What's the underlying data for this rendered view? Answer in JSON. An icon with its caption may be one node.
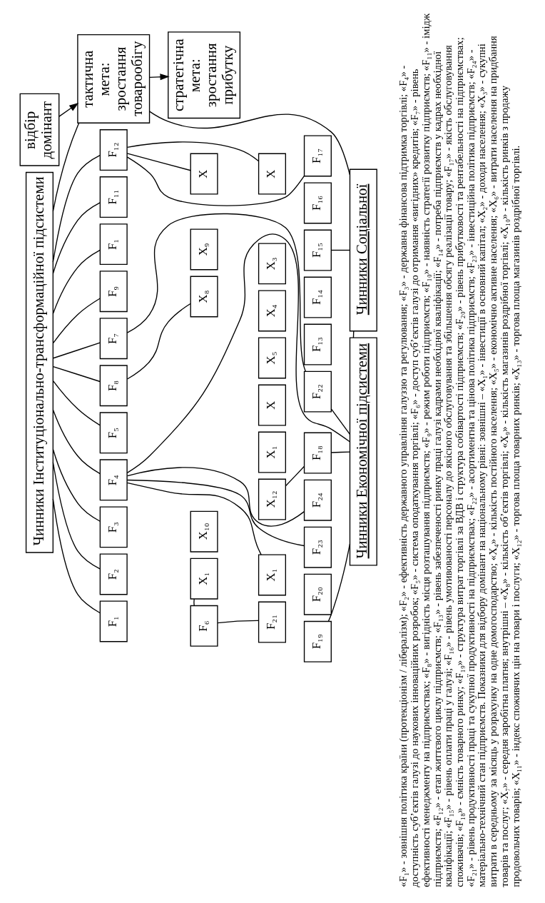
{
  "diagram": {
    "nodes": [
      {
        "text": [
          "Чинники Інституціонально-трансформаційної підсистеми"
        ]
      },
      {
        "text": [
          "F₁"
        ]
      },
      {
        "text": [
          "F₂"
        ]
      },
      {
        "text": [
          "F₃"
        ]
      },
      {
        "text": [
          "F₄"
        ]
      },
      {
        "text": [
          "F₅"
        ]
      },
      {
        "text": [
          "F₈"
        ]
      },
      {
        "text": [
          "F₇"
        ]
      },
      {
        "text": [
          "F₉"
        ]
      },
      {
        "text": [
          "F₁"
        ]
      },
      {
        "text": [
          "F₁₁"
        ]
      },
      {
        "text": [
          "F₁₂"
        ]
      },
      {
        "text": [
          "відбір домінант"
        ]
      },
      {
        "text": [
          "тактична мета: зростання товарообігу"
        ]
      },
      {
        "text": [
          "стратегічна мета: зростання прибутку"
        ]
      },
      {
        "text": [
          "F₆"
        ]
      },
      {
        "text": [
          "X₁"
        ]
      },
      {
        "text": [
          "X₁₀"
        ]
      },
      {
        "text": [
          "X₈"
        ]
      },
      {
        "text": [
          "X₉"
        ]
      },
      {
        "text": [
          "X₁₂"
        ]
      },
      {
        "text": [
          "X₁"
        ]
      },
      {
        "text": [
          "X"
        ]
      },
      {
        "text": [
          "X"
        ]
      },
      {
        "text": [
          "X₅"
        ]
      },
      {
        "text": [
          "X₄"
        ]
      },
      {
        "text": [
          "X₃"
        ]
      },
      {
        "text": [
          "X"
        ]
      },
      {
        "text": [
          "X₁"
        ]
      },
      {
        "text": [
          "F₂₁"
        ]
      },
      {
        "text": [
          "F₂₄"
        ]
      },
      {
        "text": [
          "F₁₈"
        ]
      },
      {
        "text": [
          "F₂₂"
        ]
      },
      {
        "text": [
          "F₁₃"
        ]
      },
      {
        "text": [
          "F₁₄"
        ]
      },
      {
        "text": [
          "F₁₅"
        ]
      },
      {
        "text": [
          "F₁₆"
        ]
      },
      {
        "text": [
          "F₁₇"
        ]
      },
      {
        "text": [
          "F₁₉"
        ]
      },
      {
        "text": [
          "F₂₀"
        ]
      },
      {
        "text": [
          "F₂₃"
        ]
      },
      {
        "text": [
          "Чинники Економічної підсистеми"
        ]
      },
      {
        "text": [
          "Чинники Соціальної"
        ]
      }
    ],
    "edges": [
      {
        "from": 12,
        "to": 13,
        "arrow": "to"
      },
      {
        "from": 13,
        "to": 14,
        "arrow": "to"
      },
      {
        "from": 13,
        "to": 0,
        "arrow": "none"
      },
      {
        "from": 13,
        "to": 42,
        "arrow": "none"
      },
      {
        "from": 0,
        "to": 1,
        "arrow": "none"
      },
      {
        "from": 0,
        "to": 2,
        "arrow": "none"
      },
      {
        "from": 0,
        "to": 3,
        "arrow": "none"
      },
      {
        "from": 0,
        "to": 4,
        "arrow": "none"
      },
      {
        "from": 0,
        "to": 5,
        "arrow": "none"
      },
      {
        "from": 0,
        "to": 6,
        "arrow": "none"
      },
      {
        "from": 0,
        "to": 7,
        "arrow": "none"
      },
      {
        "from": 0,
        "to": 8,
        "arrow": "none"
      },
      {
        "from": 0,
        "to": 9,
        "arrow": "none"
      },
      {
        "from": 0,
        "to": 10,
        "arrow": "none"
      },
      {
        "from": 0,
        "to": 11,
        "arrow": "none"
      },
      {
        "from": 11,
        "to": 22,
        "arrow": "none"
      },
      {
        "from": 11,
        "to": 23,
        "arrow": "none"
      },
      {
        "from": 11,
        "to": 37,
        "arrow": "none"
      },
      {
        "from": 7,
        "to": 32,
        "arrow": "none"
      },
      {
        "from": 6,
        "to": 18,
        "arrow": "none"
      },
      {
        "from": 20,
        "to": 31,
        "arrow": "none"
      },
      {
        "from": 31,
        "to": 41,
        "arrow": "none"
      },
      {
        "from": 32,
        "to": 41,
        "arrow": "none"
      },
      {
        "from": 4,
        "to": 16,
        "arrow": "none"
      },
      {
        "from": 4,
        "to": 40,
        "arrow": "none"
      },
      {
        "from": 4,
        "to": 30,
        "arrow": "none"
      },
      {
        "from": 4,
        "to": 41,
        "arrow": "none"
      },
      {
        "from": 15,
        "to": 21,
        "arrow": "none"
      },
      {
        "from": 15,
        "to": 29,
        "arrow": "none"
      },
      {
        "from": 38,
        "to": 41,
        "arrow": "none"
      },
      {
        "from": 42,
        "to": 35,
        "arrow": "none"
      },
      {
        "from": 42,
        "to": 41,
        "arrow": "none"
      }
    ],
    "labels": [
      "«F₁» - зовнішня політика країни (протекціонізм / лібералізм); «F₂» - ефективність державного управління галуззю та регулювання; «F₃» - державна фінансова підтримка торгівлі; «F₄» - доступність суб’єктів галузі до наукових інноваційних розробок; «F₅» - система оподаткування торгівлі; «F₆» - доступ суб’єктів галузі до отримання «вигідних» кредитів; «F₇» - рівень ефективності менеджменту на підприємствах; «F₈» - вигідність місця розташування підприємств; «F₉» - режим роботи підприємств; «F₁₀» - наявність стратегії розвитку підприємств; «F₁₁» - імідж підприємств; «F₁₂» - етап життєвого циклу підприємств; «F₁₃» - рівень забезпеченості ринку праці галузі кадрами необхідної кваліфікації; «F₁₄» - потреба підприємств у кадрах необхідної кваліфікації; «F₁₅» - рівень оплати праці у галузі; «F₁₆» - рівень умотивованості персоналу до якісного обслуговування та збільшення обсягу реалізації товару; «F₁₇» - якість обслуговування споживачів; «F₁₈» - ємність товарного ринку; «F₁₉» - структура витрат торгівлі за ВДВ і структура собівартості підприємств; «F₂₀» - рівень прибутковості та рентабельності на підприємствах; «F₂₁» - рівень продуктивності праці та сукупної продуктивності на підприємствах; «F₂₂» - асортиментна та цінова політика підприємств; «F₂₃» - інвестиційна політика підприємств; «F₂₄» - матеріально-технічний стан підприємств. Показники для відбору домінант на національному рівні: зовнішні – «X₁» - інвестиції в основний капітал; «X₂» - доходи населення; «X₃» - сукупні витрати в середньому за місяць у розрахунку на одне домогосподарство; «X₄» - кількість постійного населення; «X₅» - економічно активне населення; «X₆» - витрати населення на придбання товарів та послуг; «X₇» - середня заробітна платня; внутрішні – «X₈» - кількість об’єктів торгівлі; «X₉» - кількість магазинів роздрібної торгівлі; «X₁₀» - кількість ринків з продажу продовольчих товарів; «X₁₁» - індекс споживчих цін на товари і послуги; «X₁₂» - торгова площа товарних ринків; «X₁₃» - торгова площа магазинів роздрібної торгівлі."
    ]
  }
}
